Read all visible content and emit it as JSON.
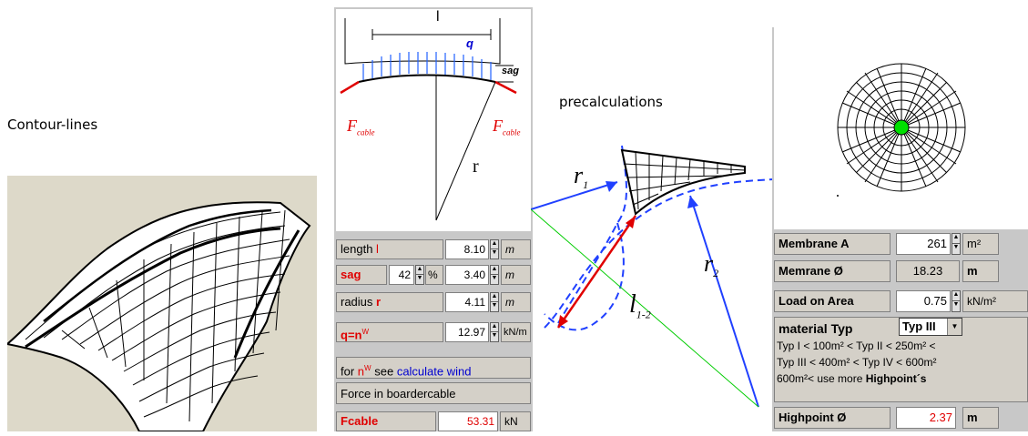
{
  "titles": {
    "contour": "Contour-lines",
    "precalc": "precalculations"
  },
  "cable_diagram": {
    "length_symbol": "l",
    "load_symbol": "q",
    "sag_label": "sag",
    "force_left": "F",
    "force_right": "F",
    "force_sub": "cable",
    "radius_symbol": "r"
  },
  "calc_panel": {
    "length_label": "length",
    "length_symbol": "l",
    "length_value": "8.10",
    "length_unit": "m",
    "sag_label": "sag",
    "sag_percent": "42",
    "sag_percent_unit": "%",
    "sag_value": "3.40",
    "sag_unit": "m",
    "radius_label": "radius",
    "radius_symbol": "r",
    "radius_value": "4.11",
    "radius_unit": "m",
    "q_label": "q=n",
    "q_sup": "W",
    "q_value": "12.97",
    "q_unit": "kN/m",
    "wind_note_pre": "for",
    "wind_note_n": "n",
    "wind_note_sup": "W",
    "wind_note_mid": "see",
    "wind_note_link": "calculate wind",
    "force_heading": "Force in boardercable",
    "fcable_label": "Fcable",
    "fcable_value": "53.31",
    "fcable_unit": "kN"
  },
  "radius_diagram": {
    "r1": "r",
    "r1_sub": "1",
    "r2": "r",
    "r2_sub": "2",
    "l12": "l",
    "l12_sub": "1-2"
  },
  "membrane_panel": {
    "area_label": "Membrane A",
    "area_value": "261",
    "area_unit": "m²",
    "diam_label": "Memrane  Ø",
    "diam_value": "18.23",
    "diam_unit": "m",
    "load_label": "Load on Area",
    "load_value": "0.75",
    "load_unit": "kN/m²",
    "material_label": "material Typ",
    "material_selected": "Typ III",
    "material_line1": "Typ I   < 100m² < Typ II   < 250m² <",
    "material_line2": "Typ III < 400m² < Typ IV < 600m²",
    "material_line3_pre": "600m²< use more",
    "material_line3_bold": "Highpoint´s",
    "highpoint_label": "Highpoint Ø",
    "highpoint_value": "2.37",
    "highpoint_unit": "m"
  },
  "colors": {
    "red": "#e00000",
    "blue": "#0000d0",
    "green": "#00cc00",
    "panel": "#d4d0c8"
  }
}
